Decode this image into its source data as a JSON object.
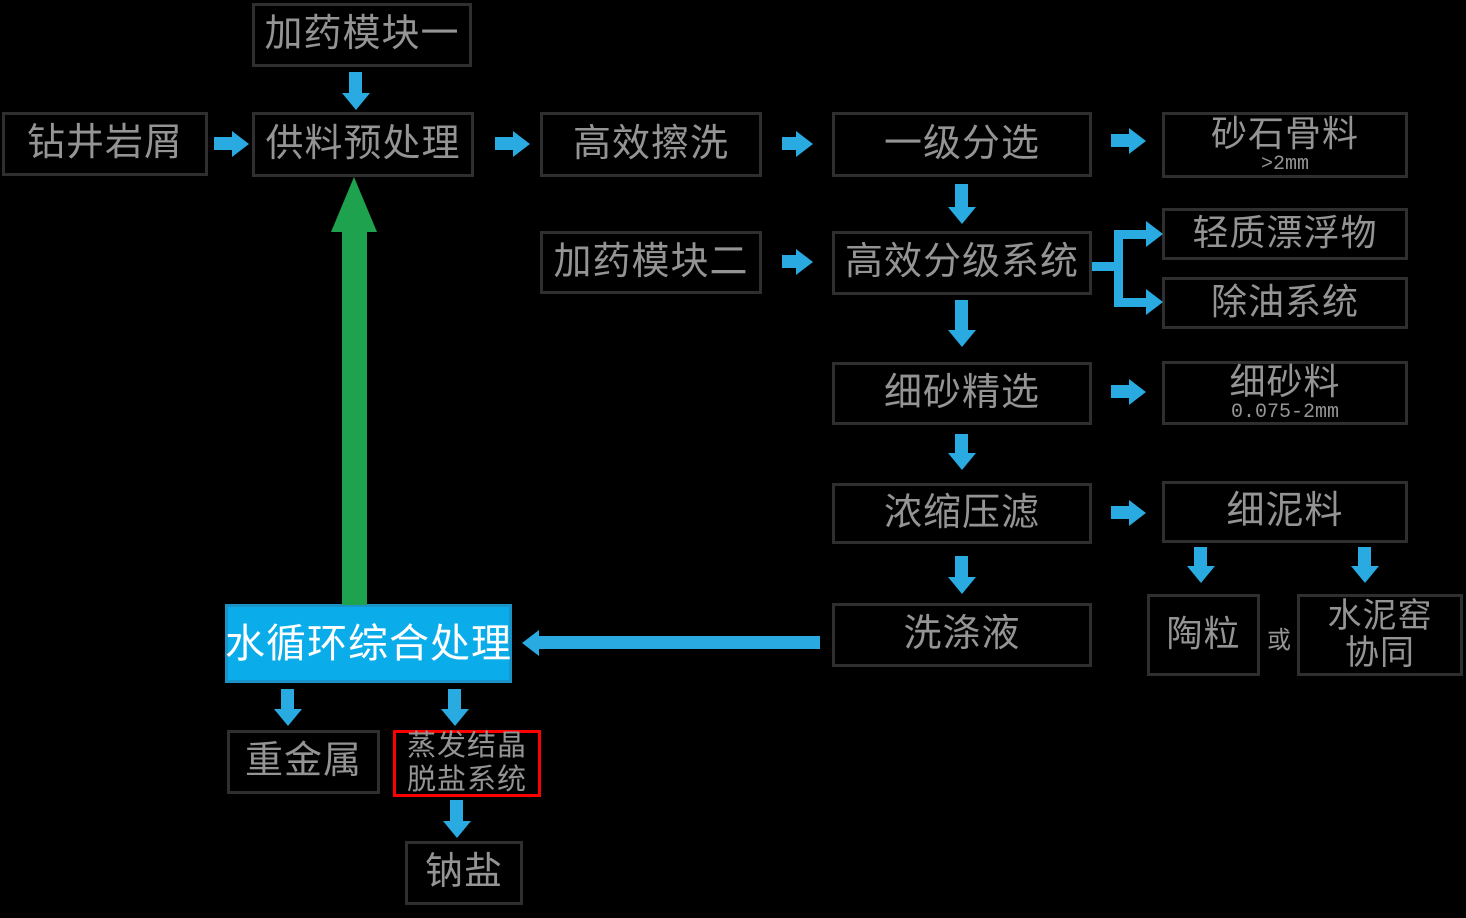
{
  "diagram": {
    "type": "flowchart",
    "language": "zh-CN",
    "description_topic": "drilling-cuttings treatment process flow"
  },
  "colors": {
    "background": "#000000",
    "box_border": "#2f2f2f",
    "text_gray": "#949494",
    "text_white": "#ffffff",
    "arrow_blue": "#29abe2",
    "green": "#1fa24e",
    "highlight_fill": "#0aade9",
    "highlight_border": "#1a93c9",
    "alert_border": "#ff0000"
  },
  "nodes": {
    "jiayao1": {
      "label": "加药模块一"
    },
    "zuanjing": {
      "label": "钻井岩屑"
    },
    "gongliao": {
      "label": "供料预处理"
    },
    "gaoxiao_caxi": {
      "label": "高效擦洗"
    },
    "yiji_fenxuan": {
      "label": "一级分选"
    },
    "shashi_guliao": {
      "label": "砂石骨料",
      "sub": ">2mm"
    },
    "jiayao2": {
      "label": "加药模块二"
    },
    "gaoxiao_fenji": {
      "label": "高效分级系统"
    },
    "qingzhi": {
      "label": "轻质漂浮物"
    },
    "chuyou": {
      "label": "除油系统"
    },
    "xisha_jingxuan": {
      "label": "细砂精选"
    },
    "xishaliao": {
      "label": "细砂料",
      "sub": "0.075-2mm"
    },
    "nongsuo": {
      "label": "浓缩压滤"
    },
    "xiniliao": {
      "label": "细泥料"
    },
    "xidiye": {
      "label": "洗涤液"
    },
    "taoli": {
      "label": "陶粒"
    },
    "shuiniyao": {
      "line1": "水泥窑",
      "line2": "协同"
    },
    "shuixunhuan": {
      "label": "水循环综合处理"
    },
    "zhongjinshu": {
      "label": "重金属"
    },
    "zhengfa": {
      "line1": "蒸发结晶",
      "line2": "脱盐系统"
    },
    "nayan": {
      "label": "钠盐"
    }
  },
  "connector_or": "或"
}
